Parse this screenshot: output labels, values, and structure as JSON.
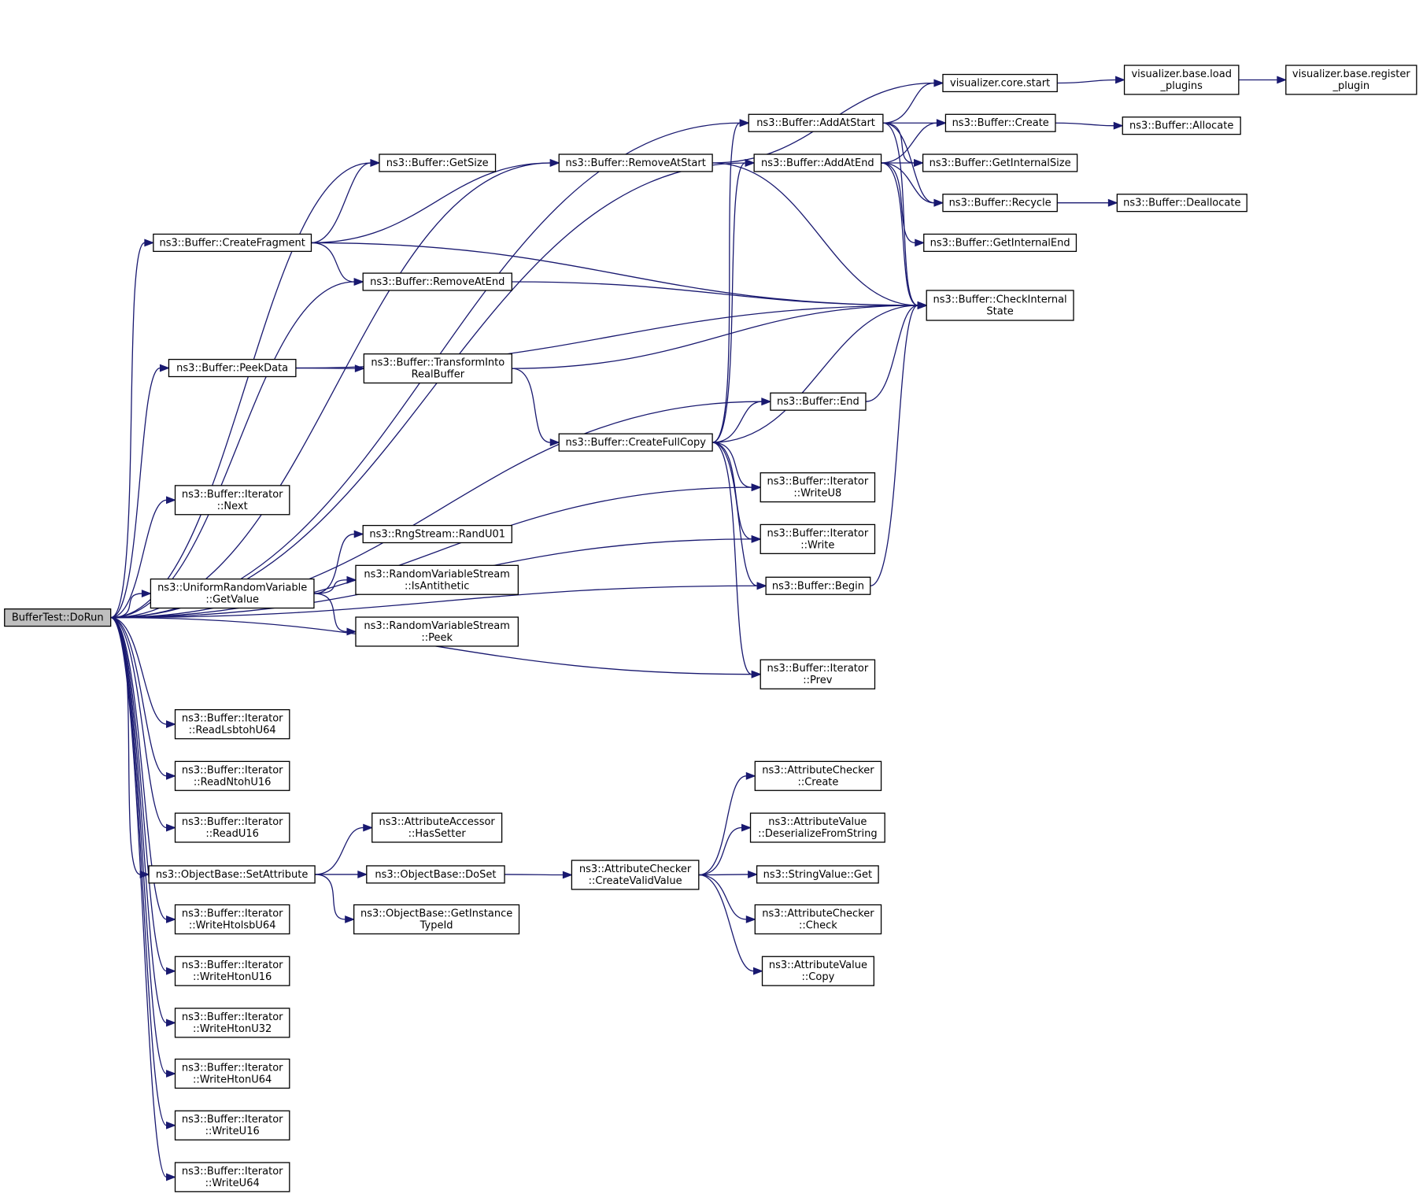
{
  "nodes": [
    {
      "id": "dorun",
      "lines": [
        "BufferTest::DoRun"
      ],
      "root": true
    },
    {
      "id": "addatstart",
      "lines": [
        "ns3::Buffer::AddAtStart"
      ]
    },
    {
      "id": "removeatstart",
      "lines": [
        "ns3::Buffer::RemoveAtStart"
      ]
    },
    {
      "id": "addatend",
      "lines": [
        "ns3::Buffer::AddAtEnd"
      ]
    },
    {
      "id": "getsize",
      "lines": [
        "ns3::Buffer::GetSize"
      ]
    },
    {
      "id": "createfragment",
      "lines": [
        "ns3::Buffer::CreateFragment"
      ]
    },
    {
      "id": "removeatend",
      "lines": [
        "ns3::Buffer::RemoveAtEnd"
      ]
    },
    {
      "id": "peekdata",
      "lines": [
        "ns3::Buffer::PeekData"
      ]
    },
    {
      "id": "transform",
      "lines": [
        "ns3::Buffer::TransformInto",
        "RealBuffer"
      ]
    },
    {
      "id": "end",
      "lines": [
        "ns3::Buffer::End"
      ]
    },
    {
      "id": "createfullcopy",
      "lines": [
        "ns3::Buffer::CreateFullCopy"
      ]
    },
    {
      "id": "iternext",
      "lines": [
        "ns3::Buffer::Iterator",
        "::Next"
      ]
    },
    {
      "id": "writeu8",
      "lines": [
        "ns3::Buffer::Iterator",
        "::WriteU8"
      ]
    },
    {
      "id": "iterwrite",
      "lines": [
        "ns3::Buffer::Iterator",
        "::Write"
      ]
    },
    {
      "id": "randu01",
      "lines": [
        "ns3::RngStream::RandU01"
      ]
    },
    {
      "id": "urvgetvalue",
      "lines": [
        "ns3::UniformRandomVariable",
        "::GetValue"
      ]
    },
    {
      "id": "isantithetic",
      "lines": [
        "ns3::RandomVariableStream",
        "::IsAntithetic"
      ]
    },
    {
      "id": "rvspeek",
      "lines": [
        "ns3::RandomVariableStream",
        "::Peek"
      ]
    },
    {
      "id": "begin",
      "lines": [
        "ns3::Buffer::Begin"
      ]
    },
    {
      "id": "iterprev",
      "lines": [
        "ns3::Buffer::Iterator",
        "::Prev"
      ]
    },
    {
      "id": "readlsbtohu64",
      "lines": [
        "ns3::Buffer::Iterator",
        "::ReadLsbtohU64"
      ]
    },
    {
      "id": "readntohu16",
      "lines": [
        "ns3::Buffer::Iterator",
        "::ReadNtohU16"
      ]
    },
    {
      "id": "readu16",
      "lines": [
        "ns3::Buffer::Iterator",
        "::ReadU16"
      ]
    },
    {
      "id": "setattribute",
      "lines": [
        "ns3::ObjectBase::SetAttribute"
      ]
    },
    {
      "id": "hassetter",
      "lines": [
        "ns3::AttributeAccessor",
        "::HasSetter"
      ]
    },
    {
      "id": "doset",
      "lines": [
        "ns3::ObjectBase::DoSet"
      ]
    },
    {
      "id": "getinstancetypeid",
      "lines": [
        "ns3::ObjectBase::GetInstance",
        "TypeId"
      ]
    },
    {
      "id": "createvalidvalue",
      "lines": [
        "ns3::AttributeChecker",
        "::CreateValidValue"
      ]
    },
    {
      "id": "acreate",
      "lines": [
        "ns3::AttributeChecker",
        "::Create"
      ]
    },
    {
      "id": "deserialize",
      "lines": [
        "ns3::AttributeValue",
        "::DeserializeFromString"
      ]
    },
    {
      "id": "stringget",
      "lines": [
        "ns3::StringValue::Get"
      ]
    },
    {
      "id": "acheck",
      "lines": [
        "ns3::AttributeChecker",
        "::Check"
      ]
    },
    {
      "id": "avcopy",
      "lines": [
        "ns3::AttributeValue",
        "::Copy"
      ]
    },
    {
      "id": "writehtolsbu64",
      "lines": [
        "ns3::Buffer::Iterator",
        "::WriteHtolsbU64"
      ]
    },
    {
      "id": "writehtonu16",
      "lines": [
        "ns3::Buffer::Iterator",
        "::WriteHtonU16"
      ]
    },
    {
      "id": "writehtonu32",
      "lines": [
        "ns3::Buffer::Iterator",
        "::WriteHtonU32"
      ]
    },
    {
      "id": "writehtonu64",
      "lines": [
        "ns3::Buffer::Iterator",
        "::WriteHtonU64"
      ]
    },
    {
      "id": "writeu16",
      "lines": [
        "ns3::Buffer::Iterator",
        "::WriteU16"
      ]
    },
    {
      "id": "writeu64",
      "lines": [
        "ns3::Buffer::Iterator",
        "::WriteU64"
      ]
    },
    {
      "id": "corestart",
      "lines": [
        "visualizer.core.start"
      ]
    },
    {
      "id": "loadplugins",
      "lines": [
        "visualizer.base.load",
        "_plugins"
      ]
    },
    {
      "id": "registerplugin",
      "lines": [
        "visualizer.base.register",
        "_plugin"
      ]
    },
    {
      "id": "bcreate",
      "lines": [
        "ns3::Buffer::Create"
      ]
    },
    {
      "id": "allocate",
      "lines": [
        "ns3::Buffer::Allocate"
      ]
    },
    {
      "id": "getinternalsize",
      "lines": [
        "ns3::Buffer::GetInternalSize"
      ]
    },
    {
      "id": "recycle",
      "lines": [
        "ns3::Buffer::Recycle"
      ]
    },
    {
      "id": "deallocate",
      "lines": [
        "ns3::Buffer::Deallocate"
      ]
    },
    {
      "id": "getinternalend",
      "lines": [
        "ns3::Buffer::GetInternalEnd"
      ]
    },
    {
      "id": "checkinternal",
      "lines": [
        "ns3::Buffer::CheckInternal",
        "State"
      ]
    }
  ],
  "edges": [
    [
      "dorun",
      "addatstart"
    ],
    [
      "dorun",
      "removeatstart"
    ],
    [
      "dorun",
      "addatend"
    ],
    [
      "dorun",
      "getsize"
    ],
    [
      "dorun",
      "createfragment"
    ],
    [
      "dorun",
      "removeatend"
    ],
    [
      "dorun",
      "peekdata"
    ],
    [
      "dorun",
      "end"
    ],
    [
      "dorun",
      "writeu8"
    ],
    [
      "dorun",
      "iternext"
    ],
    [
      "dorun",
      "iterwrite"
    ],
    [
      "dorun",
      "urvgetvalue"
    ],
    [
      "dorun",
      "begin"
    ],
    [
      "dorun",
      "iterprev"
    ],
    [
      "dorun",
      "readlsbtohu64"
    ],
    [
      "dorun",
      "readntohu16"
    ],
    [
      "dorun",
      "readu16"
    ],
    [
      "dorun",
      "setattribute"
    ],
    [
      "dorun",
      "writehtolsbu64"
    ],
    [
      "dorun",
      "writehtonu16"
    ],
    [
      "dorun",
      "writehtonu32"
    ],
    [
      "dorun",
      "writehtonu64"
    ],
    [
      "dorun",
      "writeu16"
    ],
    [
      "dorun",
      "writeu64"
    ],
    [
      "createfragment",
      "getsize"
    ],
    [
      "createfragment",
      "removeatstart"
    ],
    [
      "createfragment",
      "removeatend"
    ],
    [
      "createfragment",
      "checkinternal"
    ],
    [
      "removeatstart",
      "corestart"
    ],
    [
      "removeatstart",
      "checkinternal"
    ],
    [
      "removeatend",
      "checkinternal"
    ],
    [
      "peekdata",
      "transform"
    ],
    [
      "peekdata",
      "checkinternal"
    ],
    [
      "transform",
      "createfullcopy"
    ],
    [
      "transform",
      "checkinternal"
    ],
    [
      "createfullcopy",
      "addatstart"
    ],
    [
      "createfullcopy",
      "addatend"
    ],
    [
      "createfullcopy",
      "end"
    ],
    [
      "createfullcopy",
      "checkinternal"
    ],
    [
      "createfullcopy",
      "writeu8"
    ],
    [
      "createfullcopy",
      "iterwrite"
    ],
    [
      "createfullcopy",
      "begin"
    ],
    [
      "createfullcopy",
      "iterprev"
    ],
    [
      "end",
      "checkinternal"
    ],
    [
      "begin",
      "checkinternal"
    ],
    [
      "addatstart",
      "corestart"
    ],
    [
      "addatstart",
      "bcreate"
    ],
    [
      "addatstart",
      "getinternalsize"
    ],
    [
      "addatstart",
      "recycle"
    ],
    [
      "addatstart",
      "checkinternal"
    ],
    [
      "addatend",
      "bcreate"
    ],
    [
      "addatend",
      "getinternalsize"
    ],
    [
      "addatend",
      "recycle"
    ],
    [
      "addatend",
      "getinternalend"
    ],
    [
      "addatend",
      "checkinternal"
    ],
    [
      "corestart",
      "loadplugins"
    ],
    [
      "loadplugins",
      "registerplugin"
    ],
    [
      "bcreate",
      "allocate"
    ],
    [
      "recycle",
      "deallocate"
    ],
    [
      "urvgetvalue",
      "randu01"
    ],
    [
      "urvgetvalue",
      "isantithetic"
    ],
    [
      "urvgetvalue",
      "rvspeek"
    ],
    [
      "setattribute",
      "hassetter"
    ],
    [
      "setattribute",
      "doset"
    ],
    [
      "setattribute",
      "getinstancetypeid"
    ],
    [
      "doset",
      "createvalidvalue"
    ],
    [
      "createvalidvalue",
      "acreate"
    ],
    [
      "createvalidvalue",
      "deserialize"
    ],
    [
      "createvalidvalue",
      "stringget"
    ],
    [
      "createvalidvalue",
      "acheck"
    ],
    [
      "createvalidvalue",
      "avcopy"
    ]
  ]
}
